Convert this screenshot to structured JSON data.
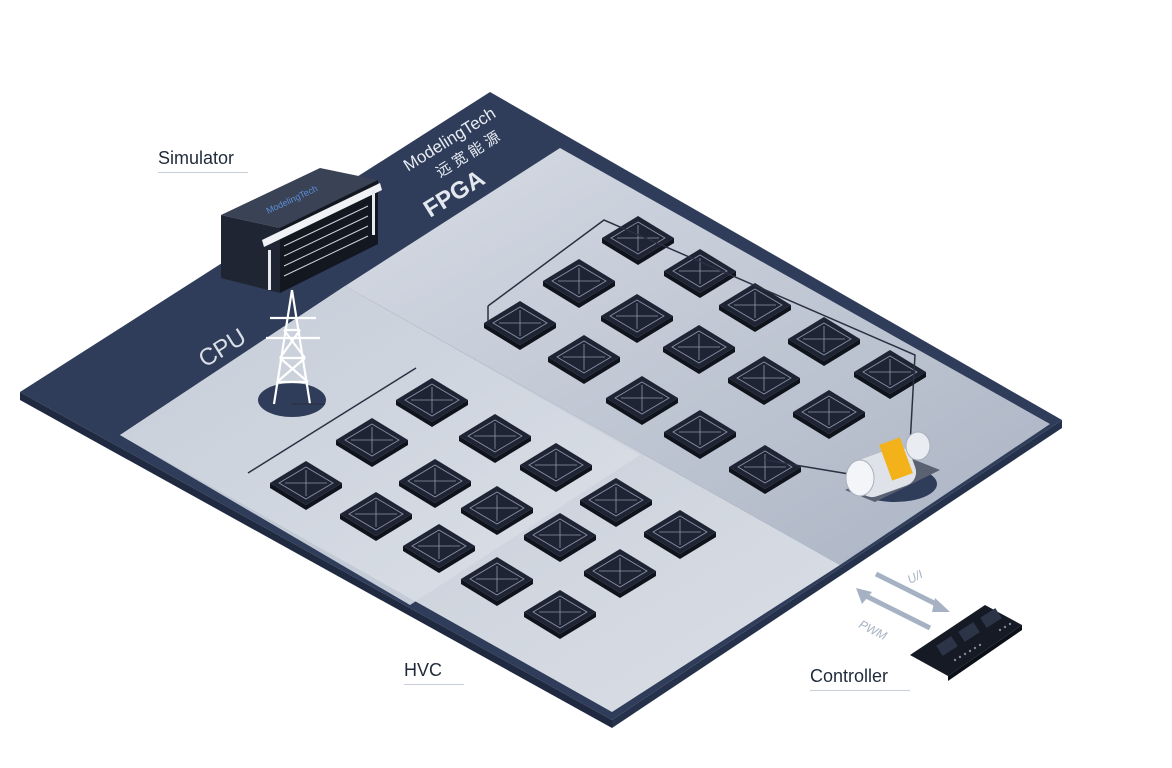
{
  "labels": {
    "simulator": "Simulator",
    "cpu": "CPU",
    "fpga": "FPGA",
    "hvc": "HVC",
    "controller": "Controller",
    "ui_arrow": "U/I",
    "pwm_arrow": "PWM"
  },
  "brand": {
    "logo_text": "ModelingTech",
    "logo_cn": "远宽能源"
  },
  "colors": {
    "board_dark": "#2f3d5a",
    "board_light": "#c3cad6",
    "chip_dark": "#1e2433",
    "accent_yellow": "#f3b21a",
    "line": "#2a3142"
  },
  "icons": [
    "simulator-chassis-icon",
    "transmission-tower-icon",
    "motor-icon",
    "controller-board-icon",
    "chip-icon"
  ]
}
